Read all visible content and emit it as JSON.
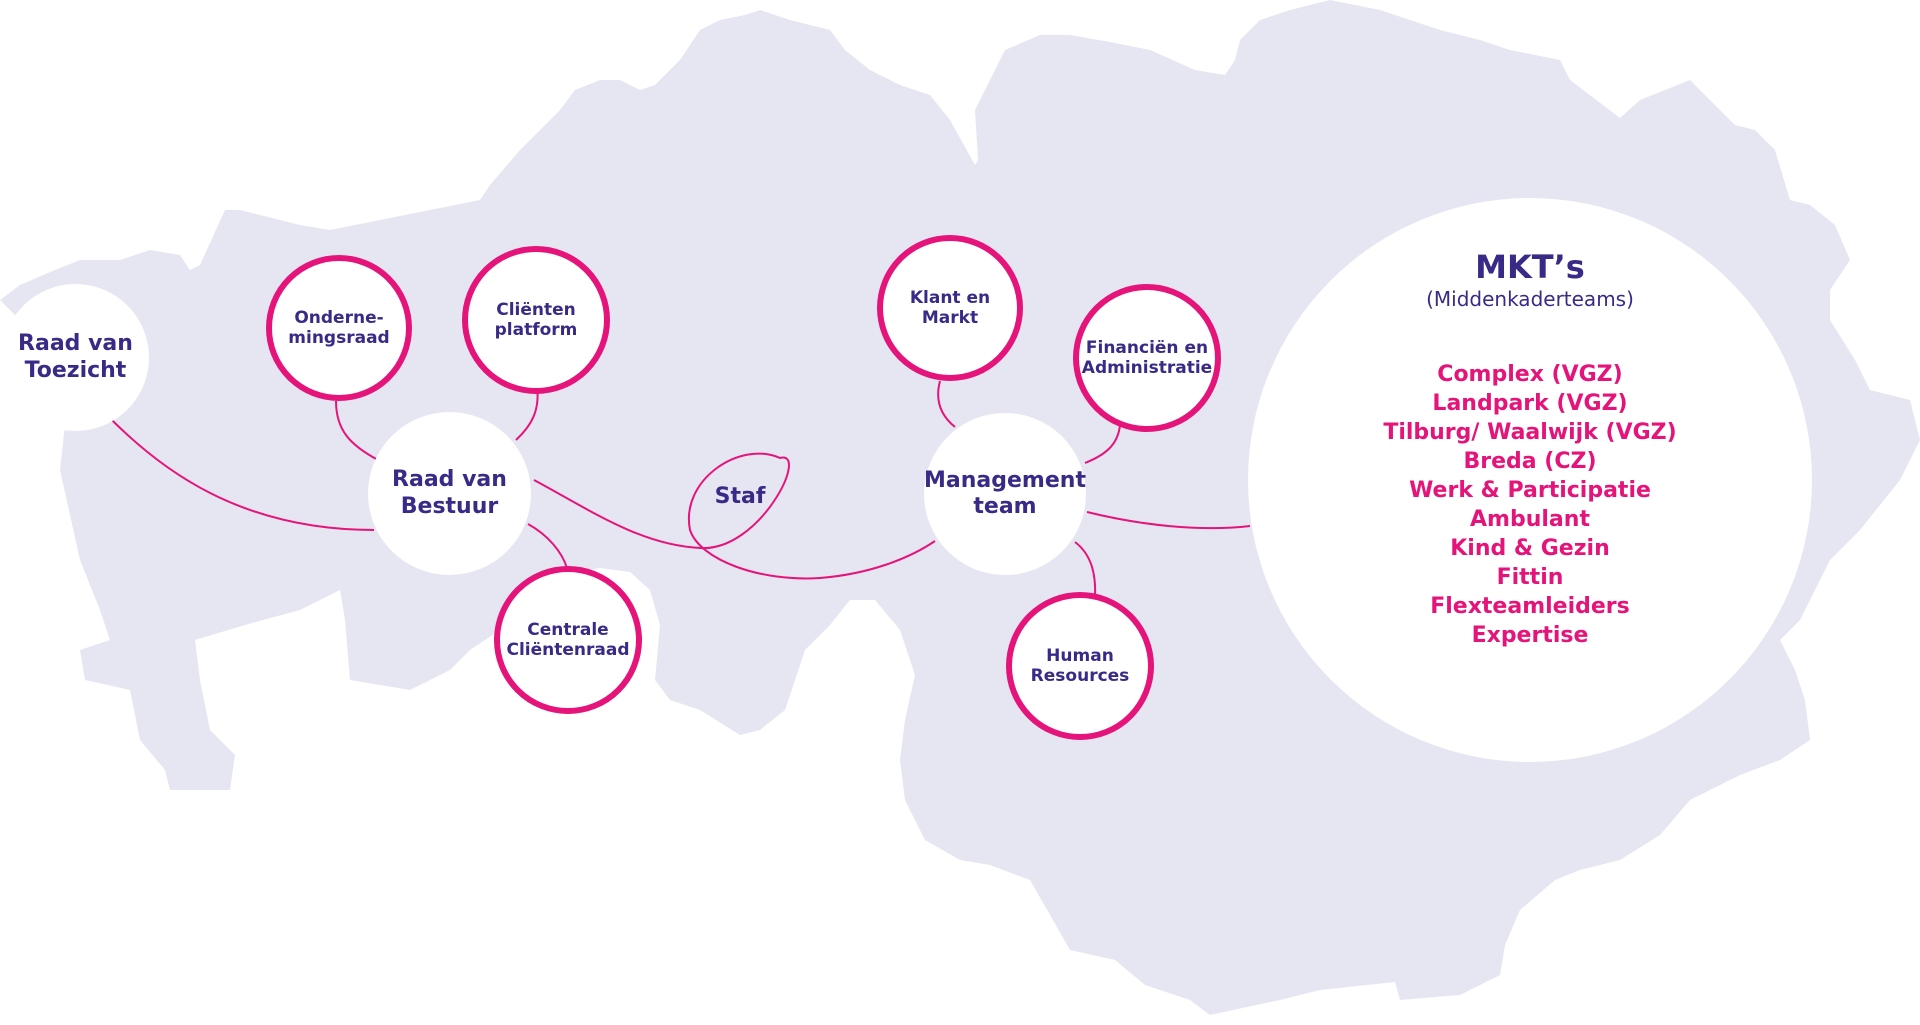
{
  "colors": {
    "map_fill": "#e6e6f2",
    "accent": "#e5147a",
    "text": "#3a2a87",
    "circle_fill": "#ffffff"
  },
  "nodes": {
    "raad_van_toezicht": "Raad van\nToezicht",
    "ondernemingsraad": "Onderne-\nmingsraad",
    "clienten_platform": "Cliënten\nplatform",
    "raad_van_bestuur": "Raad van\nBestuur",
    "centrale_clientenraad": "Centrale\nCliëntenraad",
    "staf": "Staf",
    "klant_en_markt": "Klant en\nMarkt",
    "financien_en_administratie": "Financiën en\nAdministratie",
    "management_team": "Management\nteam",
    "human_resources": "Human\nResources"
  },
  "mkt": {
    "title": "MKT’s",
    "subtitle": "(Middenkaderteams)",
    "items": [
      "Complex (VGZ)",
      "Landpark (VGZ)",
      "Tilburg/ Waalwijk (VGZ)",
      "Breda (CZ)",
      "Werk & Participatie",
      "Ambulant",
      "Kind & Gezin",
      "Fittin",
      "Flexteamleiders",
      "Expertise"
    ]
  }
}
